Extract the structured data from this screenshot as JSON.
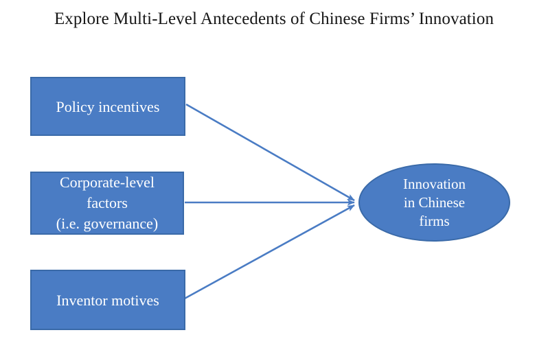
{
  "title": "Explore Multi-Level Antecedents of Chinese Firms’ Innovation",
  "colors": {
    "node_fill": "#4a7cc4",
    "node_border": "#3a6aa8",
    "node_text": "#ffffff",
    "arrow": "#4a7cc4",
    "title_text": "#161616",
    "background": "#ffffff"
  },
  "diagram": {
    "type": "conceptual-model",
    "antecedents": [
      {
        "id": "policy",
        "shape": "rectangle",
        "lines": [
          "Policy incentives"
        ],
        "text": "Policy incentives"
      },
      {
        "id": "corporate",
        "shape": "rectangle",
        "lines": [
          "Corporate-level",
          "factors",
          "(i.e. governance)"
        ],
        "text": "Corporate-level factors (i.e. governance)"
      },
      {
        "id": "inventor",
        "shape": "rectangle",
        "lines": [
          "Inventor motives"
        ],
        "text": "Inventor motives"
      }
    ],
    "outcome": {
      "id": "innovation",
      "shape": "ellipse",
      "lines": [
        "Innovation",
        "in Chinese",
        "firms"
      ],
      "text": "Innovation in Chinese firms"
    },
    "edges": [
      {
        "from": "policy",
        "to": "innovation",
        "style": "arrow",
        "direction": "down-right"
      },
      {
        "from": "corporate",
        "to": "innovation",
        "style": "arrow",
        "direction": "horizontal"
      },
      {
        "from": "inventor",
        "to": "innovation",
        "style": "arrow",
        "direction": "up-right"
      }
    ]
  }
}
